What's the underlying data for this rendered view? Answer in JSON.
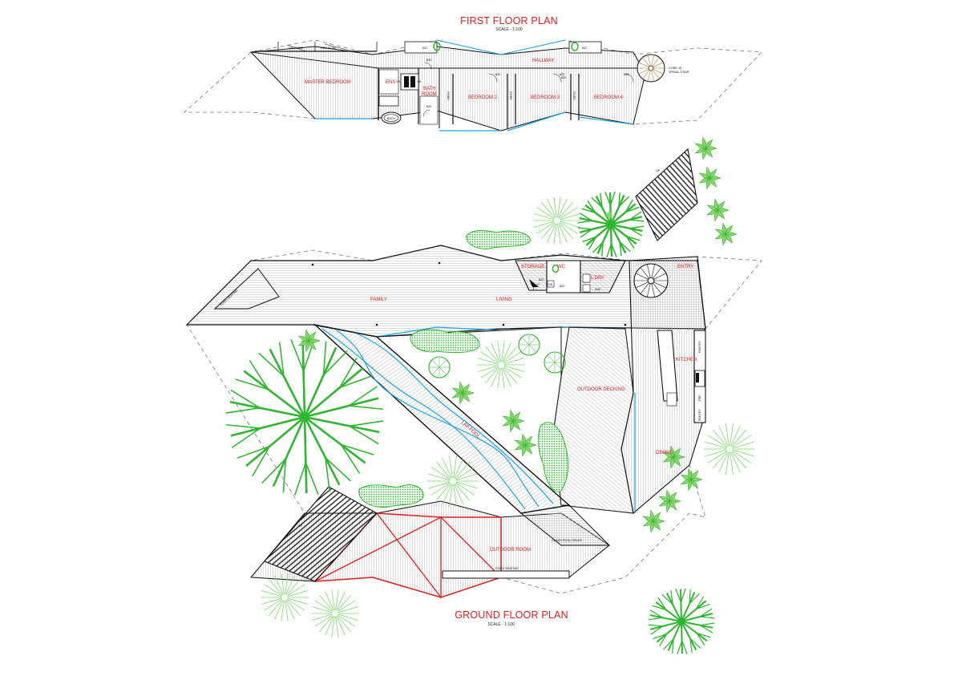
{
  "first_floor": {
    "title": "FIRST FLOOR PLAN",
    "scale": "SCALE - 1:100",
    "rooms": {
      "master": "MASTER BEDROOM",
      "ens": "ENS",
      "bath": "BATH",
      "bath2": "ROOM",
      "bed2": "BEDROOM 2",
      "bed3": "BEDROOM 3",
      "bed4": "BEDROOM 4",
      "hallway": "HALLWAY"
    },
    "notes": {
      "his_robe": "HIS ROBE",
      "her_robe": "HER ROBE",
      "wc_a": "WC",
      "wc_b": "WC",
      "vb_a": "VB",
      "vb_b": "VB",
      "bath_fixture": "BATH",
      "robe_a": "ROBE",
      "robe_b": "ROBE",
      "robe_c": "ROBE",
      "core_line1": "CORE 15",
      "core_line2": "SPIRAL STAIR",
      "door_a": "820",
      "door_b": "820",
      "door_c": "820",
      "door_d": "820",
      "door_e": "820",
      "door_f": "820"
    }
  },
  "ground_floor": {
    "title": "GROUND FLOOR PLAN",
    "scale": "SCALE - 1:100",
    "rooms": {
      "family": "FAMILY",
      "living": "LIVING",
      "storage": "STORAGE",
      "wc": "WC",
      "lndry": "L'DRY",
      "entry": "ENTRY",
      "kitchen": "KITCHEN",
      "decking": "OUTDOOR DECKING",
      "dining": "DINING",
      "lap_pool": "LAP POOL",
      "outdoor_room": "OUTDOOR ROOM"
    },
    "notes": {
      "fixed_seating_a": "FIXED SEATING",
      "fixed_seating_b": "FIXED SEATING",
      "glass_fence": "GLASS POOL FENCE",
      "up_a": "UP",
      "up_b": "UP",
      "pantry_a": "PANTRY",
      "pantry_b": "PANTRY",
      "ref": "REF",
      "wm": "WM",
      "vb": "VB",
      "door_a": "820",
      "door_b": "820"
    }
  },
  "colors": {
    "room_label": "#e21b1b",
    "vegetation": "#2fb52f",
    "pool": "#1aa3e8",
    "outdoor_room_outline": "#e31e1e",
    "linework": "#111111"
  }
}
